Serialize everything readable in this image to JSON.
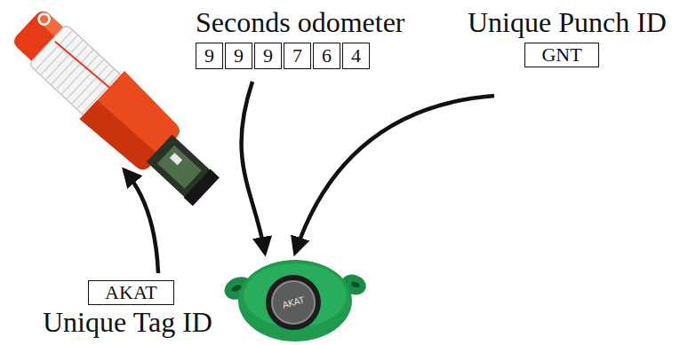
{
  "diagram": {
    "nodes": [
      {
        "text": [
          "Seconds odometer"
        ]
      },
      {
        "text": [
          "9"
        ],
        "in": 0
      },
      {
        "text": [
          "9"
        ],
        "in": 0
      },
      {
        "text": [
          "9"
        ],
        "in": 0
      },
      {
        "text": [
          "7"
        ],
        "in": 0
      },
      {
        "text": [
          "6"
        ],
        "in": 0
      },
      {
        "text": [
          "4"
        ],
        "in": 0
      },
      {
        "text": [
          "Unique Punch ID",
          "GNT"
        ]
      },
      {
        "text": [
          "AKAT",
          "Unique Tag ID"
        ]
      },
      {
        "text": [
          "AKAT"
        ]
      }
    ],
    "edges": [
      {
        "from": 0,
        "to": 9,
        "arrow": "to"
      },
      {
        "from": 7,
        "to": 9,
        "arrow": "to"
      }
    ]
  }
}
